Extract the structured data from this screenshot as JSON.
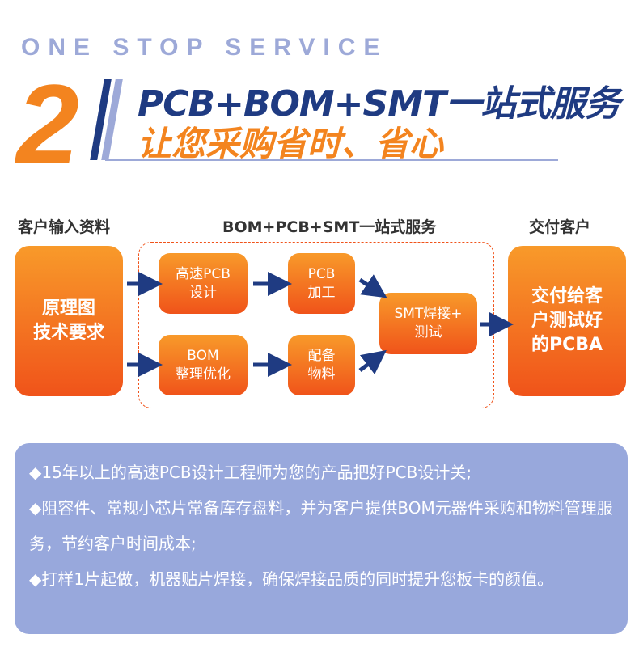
{
  "header": {
    "eyebrow": "ONE STOP SERVICE",
    "number": "2",
    "title": "PCB+BOM+SMT一站式服务",
    "subtitle": "让您采购省时、省心"
  },
  "flow": {
    "input_label": "客户输入资料",
    "service_label": "BOM+PCB+SMT一站式服务",
    "output_label": "交付客户",
    "input_box": "原理图\n技术要求",
    "pcb_design": "高速PCB\n设计",
    "pcb_process": "PCB\n加工",
    "bom_optimize": "BOM\n整理优化",
    "material": "配备\n物料",
    "smt": "SMT焊接+\n测试",
    "output_box": "交付给客\n户测试好\n的PCBA"
  },
  "panel": {
    "bullet": "◆",
    "item1": "15年以上的高速PCB设计工程师为您的产品把好PCB设计关;",
    "item2": "阻容件、常规小芯片常备库存盘料，并为客户提供BOM元器件采购和物料管理服务，节约客户时间成本;",
    "item3": "打样1片起做，机器贴片焊接，确保焊接品质的同时提升您板卡的颜值。"
  },
  "colors": {
    "orange": "#f3841f",
    "navy": "#1f3b82",
    "lavender": "#98a8dc"
  }
}
